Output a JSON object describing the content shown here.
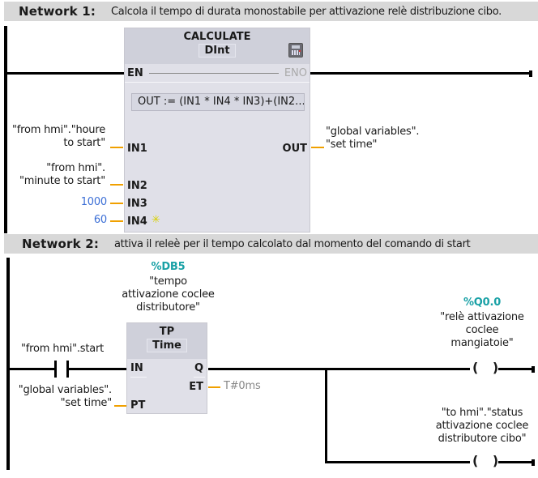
{
  "networks": [
    {
      "title": "Network 1:",
      "comment": "Calcola il tempo di durata monostabile per attivazione relè distribuzione cibo.",
      "block": {
        "type": "CALCULATE",
        "datatype": "DInt",
        "icon": "calculator-icon",
        "pin_en": "EN",
        "pin_eno": "ENO",
        "expression": "OUT :=   (IN1 * IN4 * IN3)+(IN2...",
        "inputs": [
          {
            "pin": "IN1",
            "operand_line1": "\"from hmi\".\"houre",
            "operand_line2": "to start\""
          },
          {
            "pin": "IN2",
            "operand_line1": "\"from hmi\".",
            "operand_line2": "\"minute to start\""
          },
          {
            "pin": "IN3",
            "operand": "1000"
          },
          {
            "pin": "IN4",
            "operand": "60",
            "add_input_icon": "star-icon"
          }
        ],
        "output": {
          "pin": "OUT",
          "operand_line1": "\"global variables\".",
          "operand_line2": "\"set time\""
        }
      }
    },
    {
      "title": "Network 2:",
      "comment": "attiva il releè per il tempo calcolato dal momento del comando di start",
      "contact": {
        "operand": "\"from hmi\".start"
      },
      "timer": {
        "address": "%DB5",
        "instance_line1": "\"tempo",
        "instance_line2": "attivazione coclee",
        "instance_line3": "distributore\"",
        "type": "TP",
        "datatype": "Time",
        "pin_in": "IN",
        "pin_q": "Q",
        "pin_et": "ET",
        "pin_pt": "PT",
        "pt_operand_line1": "\"global variables\".",
        "pt_operand_line2": "\"set time\"",
        "et_value": "T#0ms"
      },
      "coils": [
        {
          "address": "%Q0.0",
          "line1": "\"relè attivazione",
          "line2": "coclee",
          "line3": "mangiatoie\"",
          "symbol": "(  )"
        },
        {
          "address": "",
          "line1": "\"to hmi\".\"status",
          "line2": "attivazione coclee",
          "line3": "distributore cibo\"",
          "symbol": "(  )"
        }
      ]
    }
  ]
}
